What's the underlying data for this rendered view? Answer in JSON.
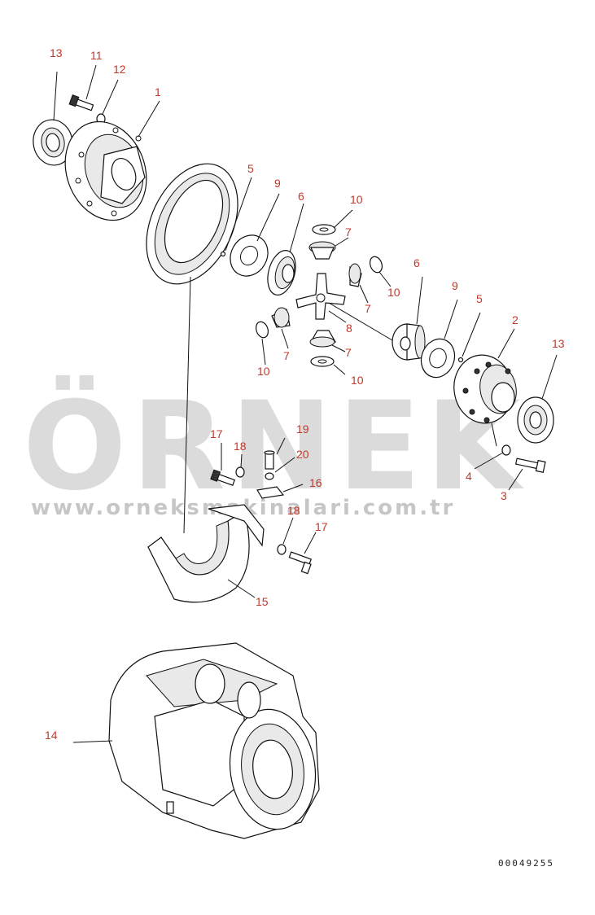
{
  "watermark": {
    "brand": "ÖRNEK",
    "url": "www.orneksmakinalari.com.tr",
    "accent": "#f5c518"
  },
  "document_number": "00049255",
  "callouts": [
    {
      "id": "c13a",
      "text": "13"
    },
    {
      "id": "c11",
      "text": "11"
    },
    {
      "id": "c12",
      "text": "12"
    },
    {
      "id": "c1",
      "text": "1"
    },
    {
      "id": "c5a",
      "text": "5"
    },
    {
      "id": "c9a",
      "text": "9"
    },
    {
      "id": "c6a",
      "text": "6"
    },
    {
      "id": "c10a",
      "text": "10"
    },
    {
      "id": "c7a",
      "text": "7"
    },
    {
      "id": "c10b",
      "text": "10"
    },
    {
      "id": "c7b",
      "text": "7"
    },
    {
      "id": "c6b",
      "text": "6"
    },
    {
      "id": "c9b",
      "text": "9"
    },
    {
      "id": "c5b",
      "text": "5"
    },
    {
      "id": "c8",
      "text": "8"
    },
    {
      "id": "c7c",
      "text": "7"
    },
    {
      "id": "c7d",
      "text": "7"
    },
    {
      "id": "c10c",
      "text": "10"
    },
    {
      "id": "c10d",
      "text": "10"
    },
    {
      "id": "c2",
      "text": "2"
    },
    {
      "id": "c13b",
      "text": "13"
    },
    {
      "id": "c19",
      "text": "19"
    },
    {
      "id": "c17a",
      "text": "17"
    },
    {
      "id": "c18a",
      "text": "18"
    },
    {
      "id": "c20",
      "text": "20"
    },
    {
      "id": "c16",
      "text": "16"
    },
    {
      "id": "c4",
      "text": "4"
    },
    {
      "id": "c3",
      "text": "3"
    },
    {
      "id": "c18b",
      "text": "18"
    },
    {
      "id": "c17b",
      "text": "17"
    },
    {
      "id": "c15",
      "text": "15"
    },
    {
      "id": "c14",
      "text": "14"
    }
  ]
}
